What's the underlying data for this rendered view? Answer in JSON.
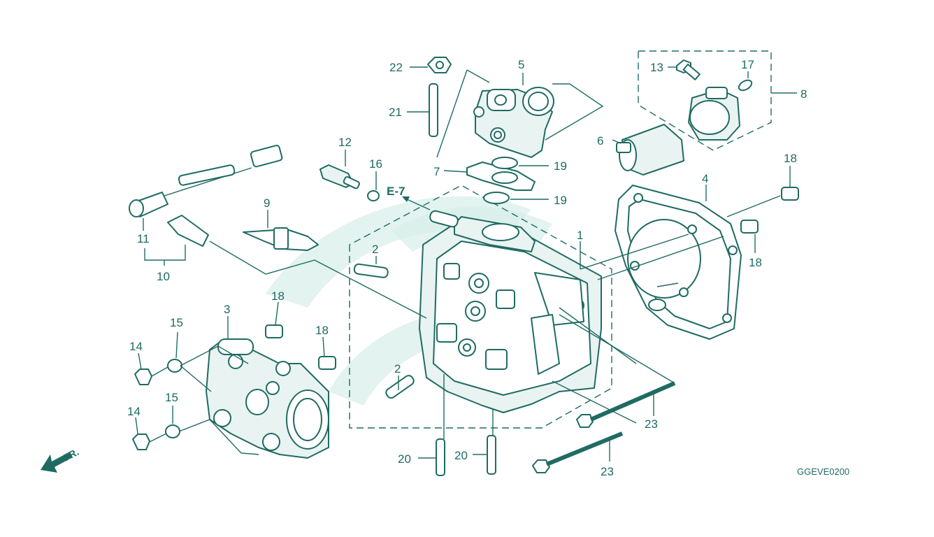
{
  "colors": {
    "line": "#1f6b63",
    "watermark": "#d9efe9",
    "background": "#ffffff"
  },
  "diagram_code": "GGEVE0200",
  "ref_label": "E-7",
  "front_label": "FR.",
  "labels": {
    "c1": "1",
    "c2a": "2",
    "c2b": "2",
    "c3": "3",
    "c4": "4",
    "c5": "5",
    "c6": "6",
    "c7": "7",
    "c8": "8",
    "c9": "9",
    "c10": "10",
    "c11": "11",
    "c12": "12",
    "c13": "13",
    "c14a": "14",
    "c14b": "14",
    "c15a": "15",
    "c15b": "15",
    "c16": "16",
    "c17": "17",
    "c18a": "18",
    "c18b": "18",
    "c18c": "18",
    "c18d": "18",
    "c19a": "19",
    "c19b": "19",
    "c20a": "20",
    "c20b": "20",
    "c21": "21",
    "c22": "22",
    "c23a": "23",
    "c23b": "23"
  }
}
